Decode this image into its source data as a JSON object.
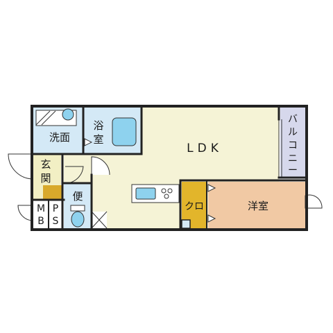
{
  "rooms": {
    "washroom": "洗面",
    "bath_line1": "浴",
    "bath_line2": "室",
    "entry_line1": "玄",
    "entry_line2": "関",
    "toilet": "便",
    "mb_line1": "M",
    "mb_line2": "B",
    "ps_line1": "P",
    "ps_line2": "S",
    "ldk": "LDK",
    "closet": "クロ",
    "western": "洋室",
    "balcony": [
      "バ",
      "ル",
      "コ",
      "ニ",
      "ー"
    ]
  },
  "colors": {
    "ldk": "#f5f3d6",
    "water": "#d4e9f6",
    "fixture": "#8ed2ee",
    "western": "#f1c9a4",
    "closet": "#e2b52b",
    "entry": "#f2efc4",
    "entry_mat": "#d8a92b",
    "balcony": "#d6d8ec",
    "walls": "#222222"
  }
}
